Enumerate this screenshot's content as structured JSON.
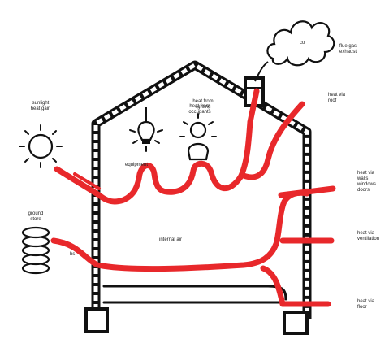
{
  "labels": {
    "sun": "sunlight\nheat gain",
    "lighting": "heat from\nlighting",
    "occupants": "heat from\noccupants",
    "equipment": "equipment",
    "ground": "ground\nstore",
    "ground_note": "hs",
    "chimney_cloud": "co",
    "chimney": "flue gas\nexhaust",
    "roof_loss": "heat via\nroof",
    "wall_loss": "heat via\nwalls\nwindows\ndoors",
    "vent_loss": "heat via\nventilation",
    "floor_loss": "heat via\nfloor",
    "internal": "internal air"
  },
  "icons": [
    {
      "name": "sun-icon",
      "meaning": "sun"
    },
    {
      "name": "light-bulb-icon",
      "meaning": "lighting"
    },
    {
      "name": "person-icon",
      "meaning": "occupants"
    },
    {
      "name": "ground-store-icon",
      "meaning": "ground store"
    },
    {
      "name": "smoke-cloud-icon",
      "meaning": "chimney smoke"
    }
  ],
  "colors": {
    "heat_flow": "#e8282b",
    "structure": "#111111",
    "background": "#ffffff"
  }
}
